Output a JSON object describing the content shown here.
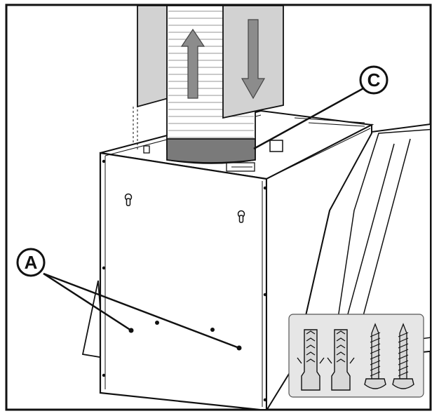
{
  "callouts": {
    "a": "A",
    "c": "C"
  },
  "components": {
    "fixings_kit": [
      "wall-plug",
      "wall-plug",
      "screw",
      "screw"
    ]
  },
  "icons": {
    "up_arrow": "arrow-up-icon",
    "down_arrow": "arrow-down-icon"
  },
  "colors": {
    "line": "#111111",
    "arrow_fill": "#8c8c8c",
    "panel_fill": "#d2d2d2",
    "band_fill": "#7a7a7a",
    "kit_bg": "#e6e6e6"
  }
}
